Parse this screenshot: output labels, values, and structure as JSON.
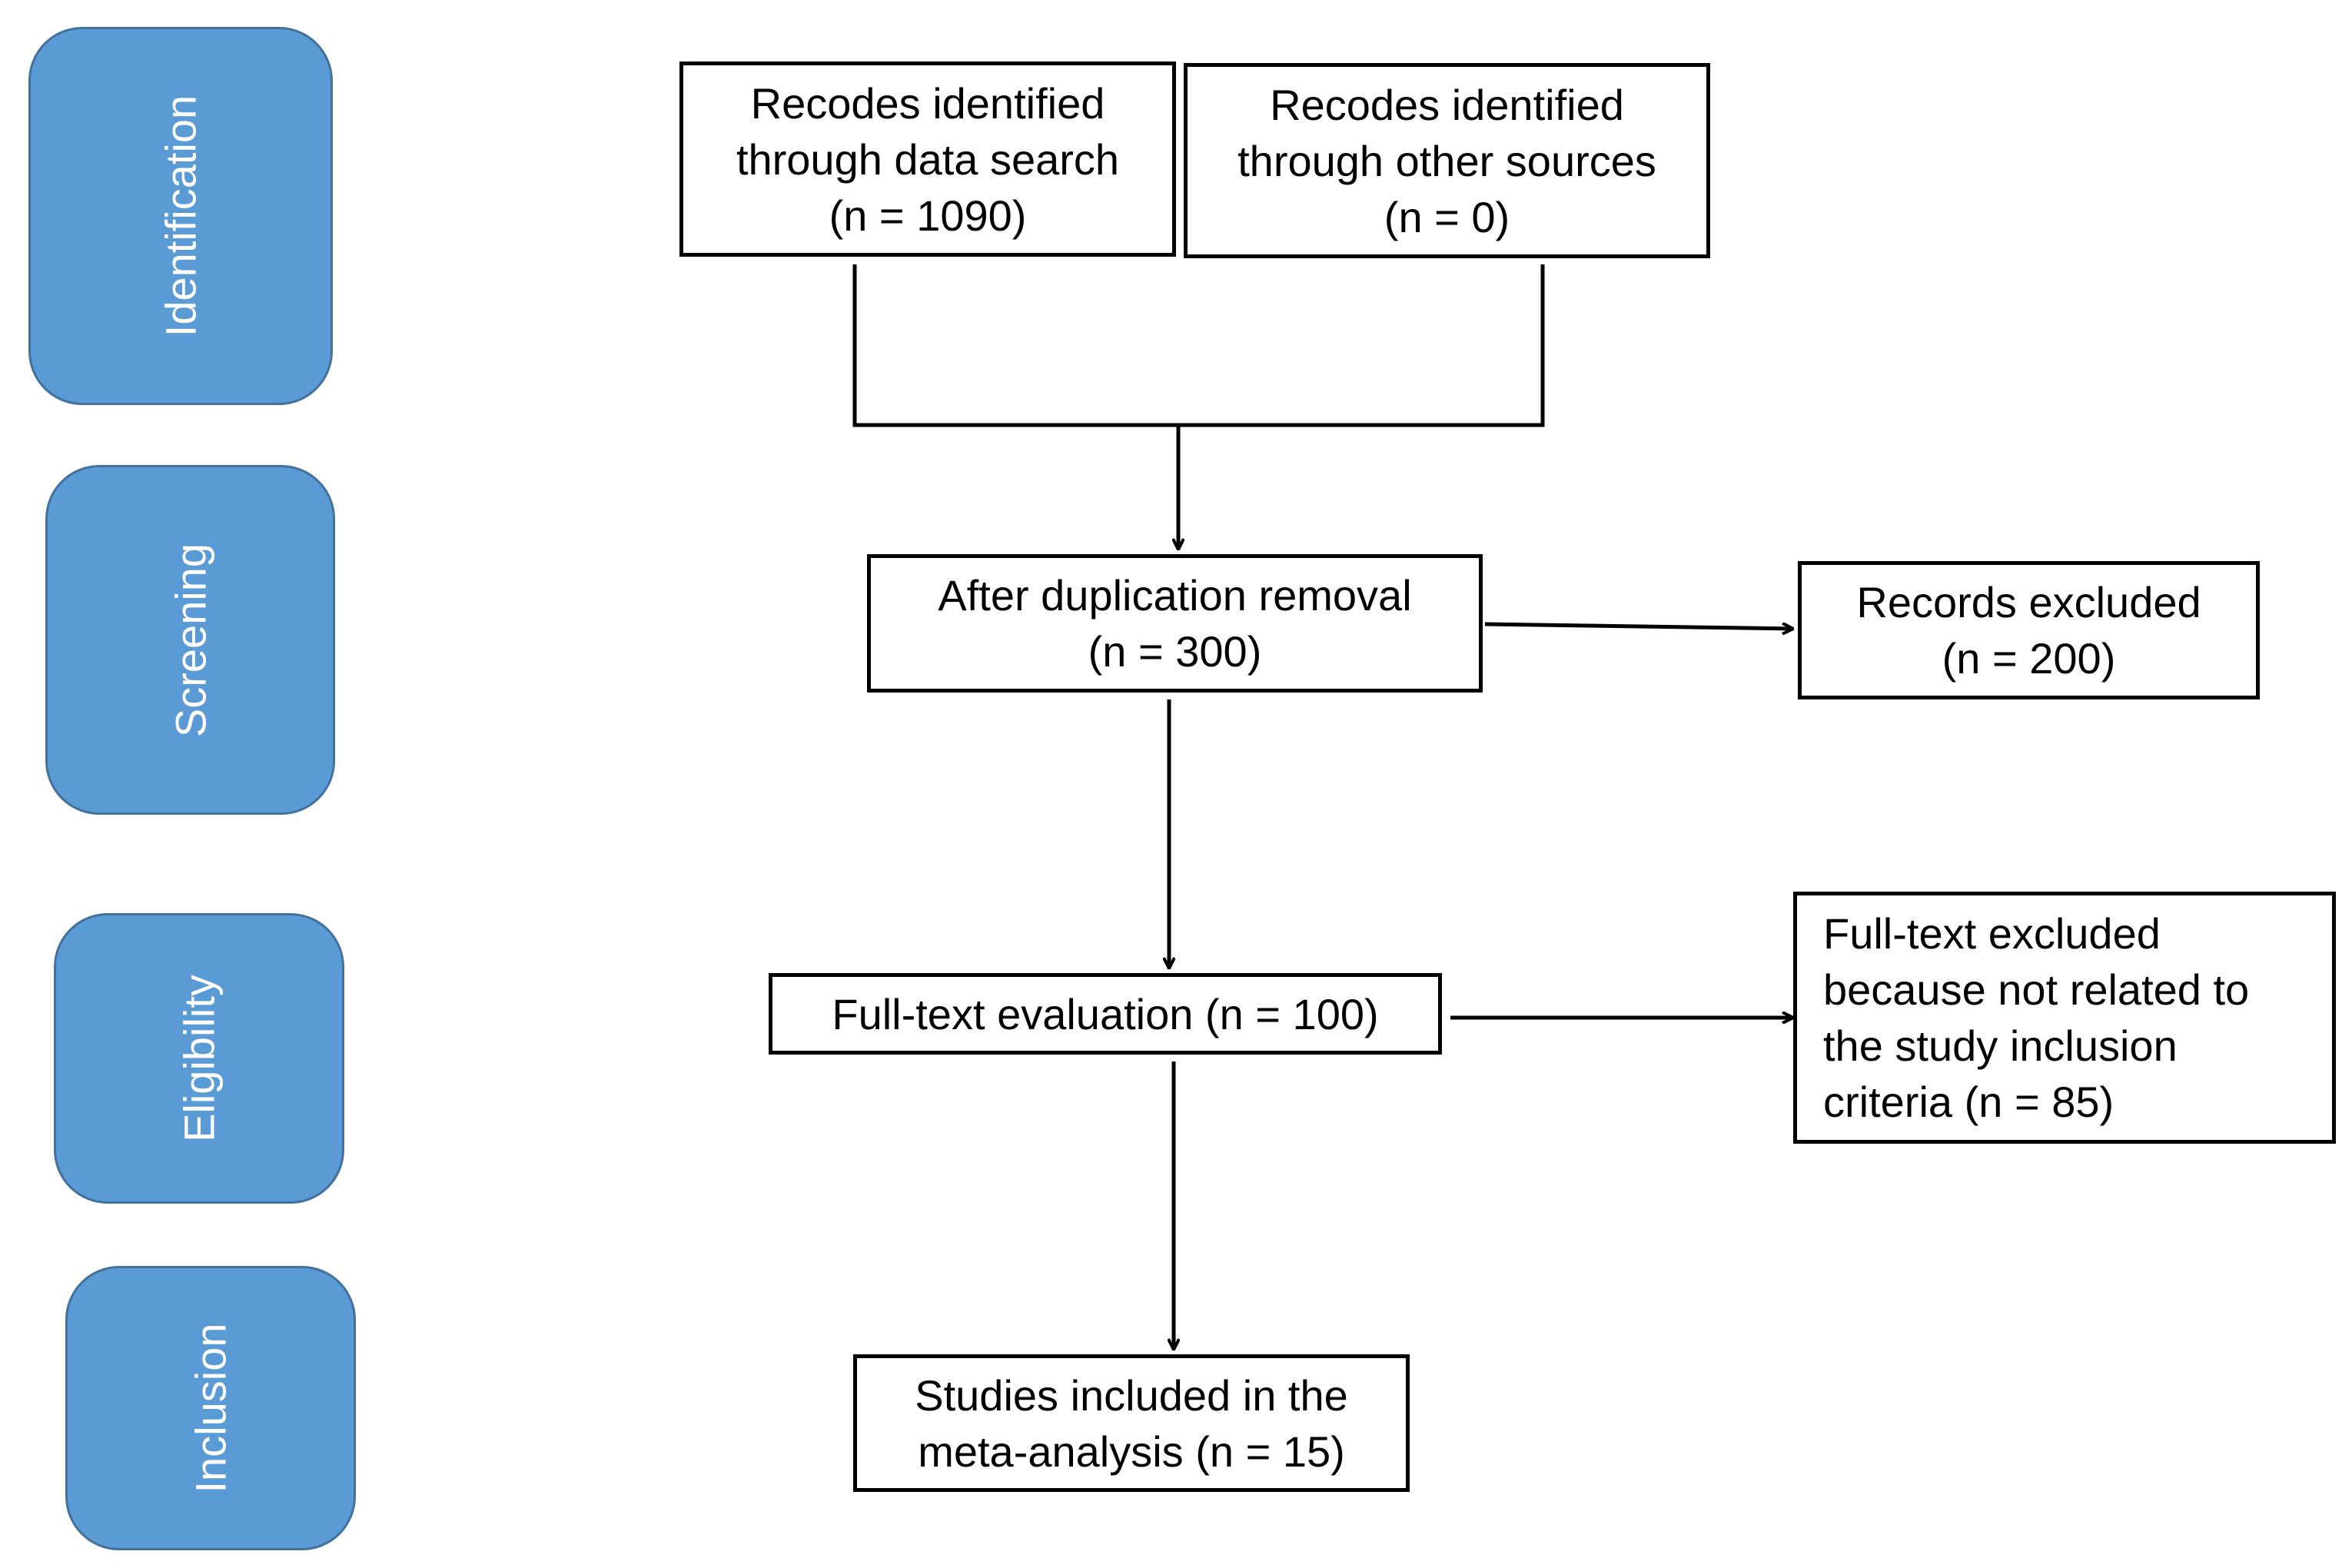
{
  "stages": [
    {
      "id": "identification",
      "label": "Identification"
    },
    {
      "id": "screening",
      "label": "Screening"
    },
    {
      "id": "eligibility",
      "label": "Eligibility"
    },
    {
      "id": "inclusion",
      "label": "Inclusion"
    }
  ],
  "boxes": {
    "database_records": {
      "lines": [
        "Recodes identified",
        "through data search",
        "(n =  1090)"
      ]
    },
    "other_sources": {
      "lines": [
        "Recodes identified",
        "through other sources",
        "(n = 0)"
      ]
    },
    "after_duplicates": {
      "lines": [
        "After duplication  removal",
        "(n = 300)"
      ]
    },
    "records_excluded": {
      "lines": [
        "Records excluded",
        "(n = 200)"
      ]
    },
    "full_text": {
      "lines": [
        "Full-text  evaluation  (n = 100)"
      ]
    },
    "full_text_excluded": {
      "lines": [
        "Full-text  excluded",
        "because not related to",
        "the study inclusion",
        "criteria (n = 85)"
      ]
    },
    "included": {
      "lines": [
        "Studies included  in the",
        "meta-analysis (n = 15)"
      ]
    }
  },
  "colors": {
    "stage_fill": "#5b9bd5",
    "stage_border": "#41719c",
    "stage_text": "#ffffff",
    "box_border": "#000000",
    "line": "#000000"
  }
}
